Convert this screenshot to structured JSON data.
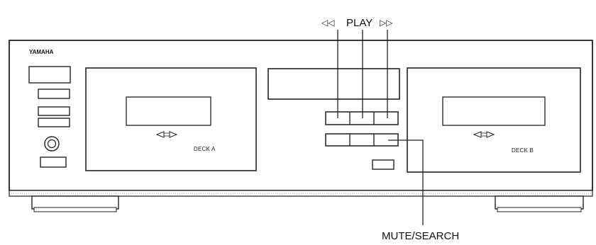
{
  "brand": "YAMAHA",
  "deck_a": {
    "label": "DECK A",
    "direction_icon": "rewind-forward-icon"
  },
  "deck_b": {
    "label": "DECK B",
    "direction_icon": "rewind-forward-icon"
  },
  "callouts": {
    "rewind_symbol": "◁◁",
    "play_label": "PLAY",
    "forward_symbol": "▷▷",
    "mute_search_label": "MUTE/SEARCH"
  }
}
